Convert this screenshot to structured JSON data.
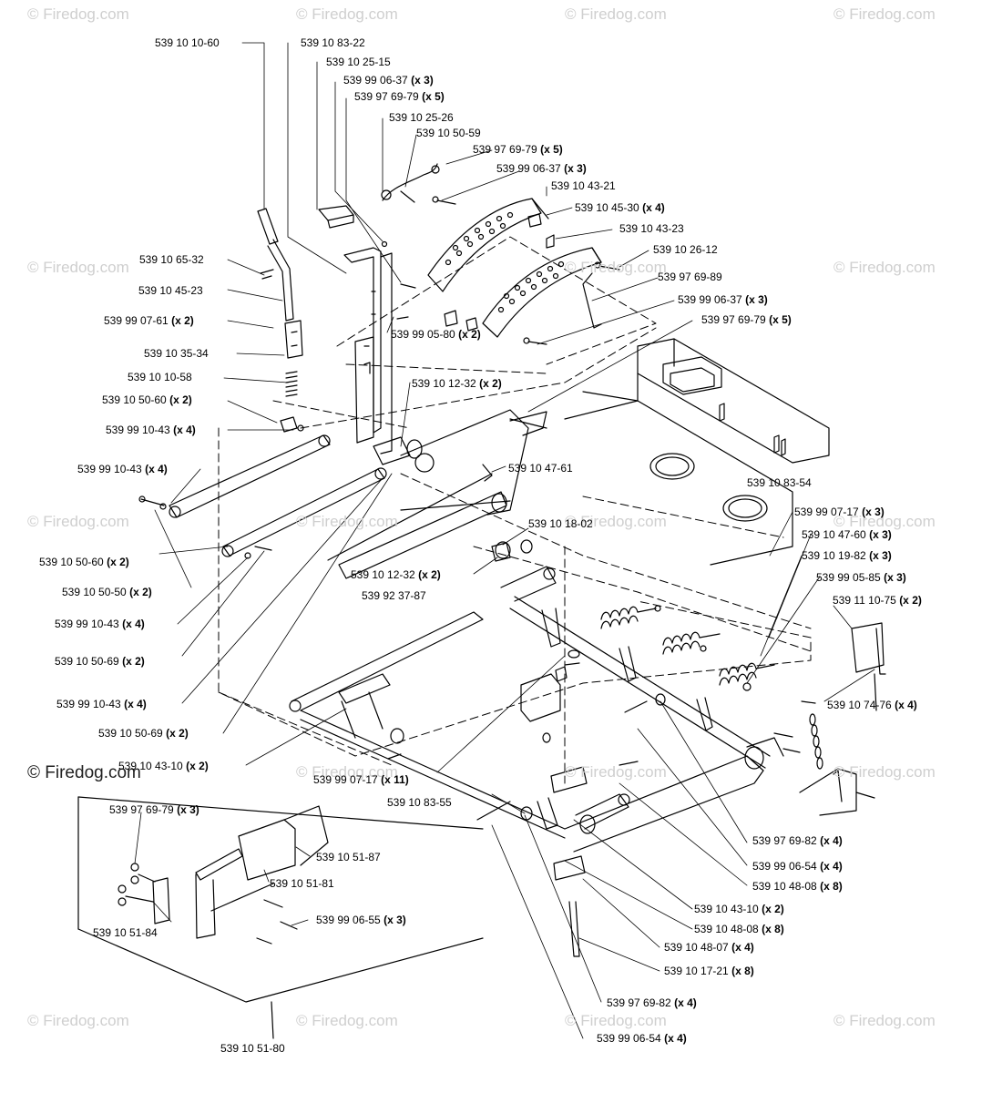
{
  "watermark": {
    "text": "© Firedog.com",
    "strong_text": "© Firedog.com"
  },
  "labels": [
    {
      "part": "539 10 10-60",
      "qty": ""
    },
    {
      "part": "539 10 83-22",
      "qty": ""
    },
    {
      "part": "539 10 25-15",
      "qty": ""
    },
    {
      "part": "539 99 06-37",
      "qty": "(x 3)"
    },
    {
      "part": "539 97 69-79",
      "qty": "(x 5)"
    },
    {
      "part": "539 10 25-26",
      "qty": ""
    },
    {
      "part": "539 10 50-59",
      "qty": ""
    },
    {
      "part": "539 97 69-79",
      "qty": "(x 5)"
    },
    {
      "part": "539 99 06-37",
      "qty": "(x 3)"
    },
    {
      "part": "539 10 43-21",
      "qty": ""
    },
    {
      "part": "539 10 45-30",
      "qty": "(x 4)"
    },
    {
      "part": "539 10 43-23",
      "qty": ""
    },
    {
      "part": "539 10 26-12",
      "qty": ""
    },
    {
      "part": "539 97 69-89",
      "qty": ""
    },
    {
      "part": "539 99 06-37",
      "qty": "(x 3)"
    },
    {
      "part": "539 97 69-79",
      "qty": "(x 5)"
    },
    {
      "part": "539 10 65-32",
      "qty": ""
    },
    {
      "part": "539 10 45-23",
      "qty": ""
    },
    {
      "part": "539 99 07-61",
      "qty": "(x 2)"
    },
    {
      "part": "539 10 35-34",
      "qty": ""
    },
    {
      "part": "539 99 05-80",
      "qty": "(x 2)"
    },
    {
      "part": "539 10 10-58",
      "qty": ""
    },
    {
      "part": "539 10 12-32",
      "qty": "(x 2)"
    },
    {
      "part": "539 10 50-60",
      "qty": "(x 2)"
    },
    {
      "part": "539 99 10-43",
      "qty": "(x 4)"
    },
    {
      "part": "539 99 10-43",
      "qty": "(x 4)"
    },
    {
      "part": "539 10 47-61",
      "qty": ""
    },
    {
      "part": "539 10 83-54",
      "qty": ""
    },
    {
      "part": "539 99 07-17",
      "qty": "(x 3)"
    },
    {
      "part": "539 10 18-02",
      "qty": ""
    },
    {
      "part": "539 10 47-60",
      "qty": "(x 3)"
    },
    {
      "part": "539 10 50-60",
      "qty": "(x 2)"
    },
    {
      "part": "539 10 19-82",
      "qty": "(x 3)"
    },
    {
      "part": "539 10 12-32",
      "qty": "(x 2)"
    },
    {
      "part": "539 99 05-85",
      "qty": "(x 3)"
    },
    {
      "part": "539 10 50-50",
      "qty": "(x 2)"
    },
    {
      "part": "539 92 37-87",
      "qty": ""
    },
    {
      "part": "539 11 10-75",
      "qty": "(x 2)"
    },
    {
      "part": "539 99 10-43",
      "qty": "(x 4)"
    },
    {
      "part": "539 10 50-69",
      "qty": "(x 2)"
    },
    {
      "part": "539 99 10-43",
      "qty": "(x 4)"
    },
    {
      "part": "539 10 74-76",
      "qty": "(x 4)"
    },
    {
      "part": "539 10 50-69",
      "qty": "(x 2)"
    },
    {
      "part": "539 10 43-10",
      "qty": "(x 2)"
    },
    {
      "part": "539 99 07-17",
      "qty": "(x 11)"
    },
    {
      "part": "539 10 83-55",
      "qty": ""
    },
    {
      "part": "539 97 69-79",
      "qty": "(x 3)"
    },
    {
      "part": "539 10 51-87",
      "qty": ""
    },
    {
      "part": "539 10 51-81",
      "qty": ""
    },
    {
      "part": "539 99 06-55",
      "qty": "(x 3)"
    },
    {
      "part": "539 10 51-84",
      "qty": ""
    },
    {
      "part": "539 97 69-82",
      "qty": "(x 4)"
    },
    {
      "part": "539 99 06-54",
      "qty": "(x 4)"
    },
    {
      "part": "539 10 48-08",
      "qty": "(x 8)"
    },
    {
      "part": "539 10 43-10",
      "qty": "(x 2)"
    },
    {
      "part": "539 10 48-08",
      "qty": "(x 8)"
    },
    {
      "part": "539 10 48-07",
      "qty": "(x 4)"
    },
    {
      "part": "539 10 17-21",
      "qty": "(x 8)"
    },
    {
      "part": "539 97 69-82",
      "qty": "(x 4)"
    },
    {
      "part": "539 99 06-54",
      "qty": "(x 4)"
    },
    {
      "part": "539 10 51-80",
      "qty": ""
    }
  ]
}
